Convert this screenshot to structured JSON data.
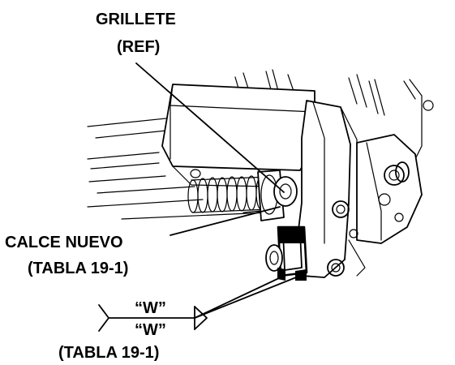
{
  "labels": {
    "shackle_line1": "GRILLETE",
    "shackle_line2": "(REF)",
    "shim_line1": "CALCE NUEVO",
    "shim_line2": "(TABLA 19-1)",
    "weld_top": "“W”",
    "weld_bottom": "“W”",
    "table_ref": "(TABLA 19-1)"
  }
}
